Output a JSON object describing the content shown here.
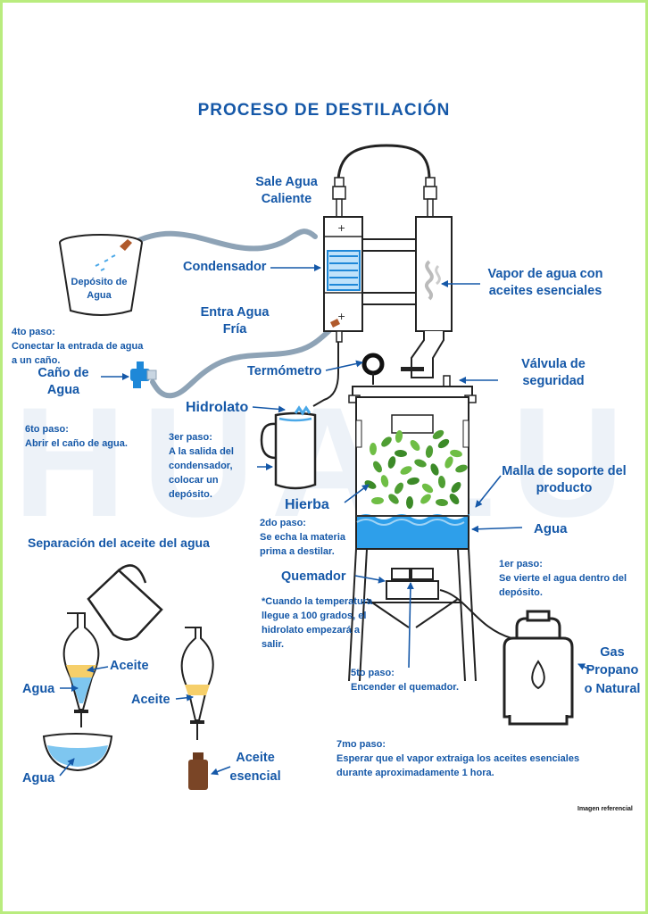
{
  "title": "PROCESO DE DESTILACIÓN",
  "watermark": "HUALU",
  "labels": {
    "sale_agua": "Sale Agua Caliente",
    "condensador": "Condensador",
    "entra_agua": "Entra Agua Fría",
    "vapor": "Vapor de agua con aceites esenciales",
    "deposito": "Depósito de Agua",
    "cano": "Caño de Agua",
    "termometro": "Termómetro",
    "valvula": "Válvula de seguridad",
    "hidrolato": "Hidrolato",
    "malla": "Malla de soporte del producto",
    "hierba": "Hierba",
    "agua": "Agua",
    "quemador": "Quemador",
    "gas": "Gas Propano o Natural",
    "separacion": "Separación del aceite del agua",
    "sep_aceite_1": "Aceite",
    "sep_agua_1": "Agua",
    "sep_agua_2": "Agua",
    "sep_aceite_2": "Aceite",
    "aceite_esencial": "Aceite esencial"
  },
  "steps": {
    "s4": "4to paso:\nConectar la entrada de agua\na un caño.",
    "s6": "6to paso:\nAbrir el caño de agua.",
    "s3": "3er paso:\nA la salida del\ncondensador,\ncolocar un\ndepósito.",
    "s2": "2do paso:\nSe echa la materia\nprima a destilar.",
    "s1": "1er paso:\nSe vierte el agua dentro del\ndepósito.",
    "note": "*Cuando la temperatura\nllegue a 100 grados, el\nhidrolato empezará a\nsalir.",
    "s5": "5to paso:\nEncender el quemador.",
    "s7": "7mo paso:\nEsperar que el vapor extraiga los aceites esenciales\ndurante aproximadamente 1 hora."
  },
  "footer": "Imagen referencial",
  "colors": {
    "accent": "#1558a8",
    "water": "#4aa8e8",
    "oil": "#f6cf6a",
    "leaf": "#4f9e33",
    "copper": "#b05a2c",
    "border": "#b9ec7e"
  }
}
